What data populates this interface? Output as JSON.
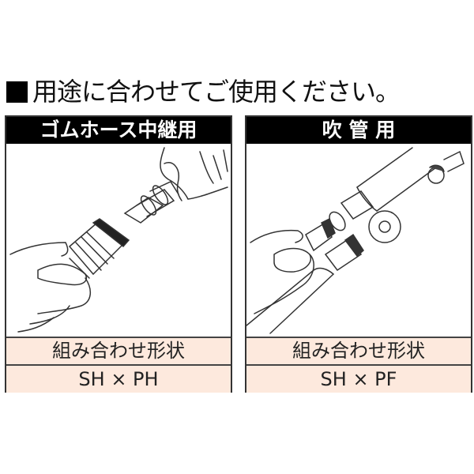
{
  "title": {
    "icon": "black-square-icon",
    "text": "用途に合わせてご使用ください。"
  },
  "panels": [
    {
      "header": "ゴムホース中継用",
      "illustration": "hands-connecting-rubber-hose-coupler",
      "rows": [
        {
          "label": "組み合わせ形状"
        },
        {
          "label": "SH × PH"
        }
      ]
    },
    {
      "header": "吹 管 用",
      "illustration": "hands-connecting-hose-to-blowpipe-torch",
      "rows": [
        {
          "label": "組み合わせ形状"
        },
        {
          "label": "SH × PF"
        }
      ]
    }
  ],
  "colors": {
    "header_bg": "#000000",
    "row_bg": "#fde9dd",
    "border": "#333333"
  }
}
